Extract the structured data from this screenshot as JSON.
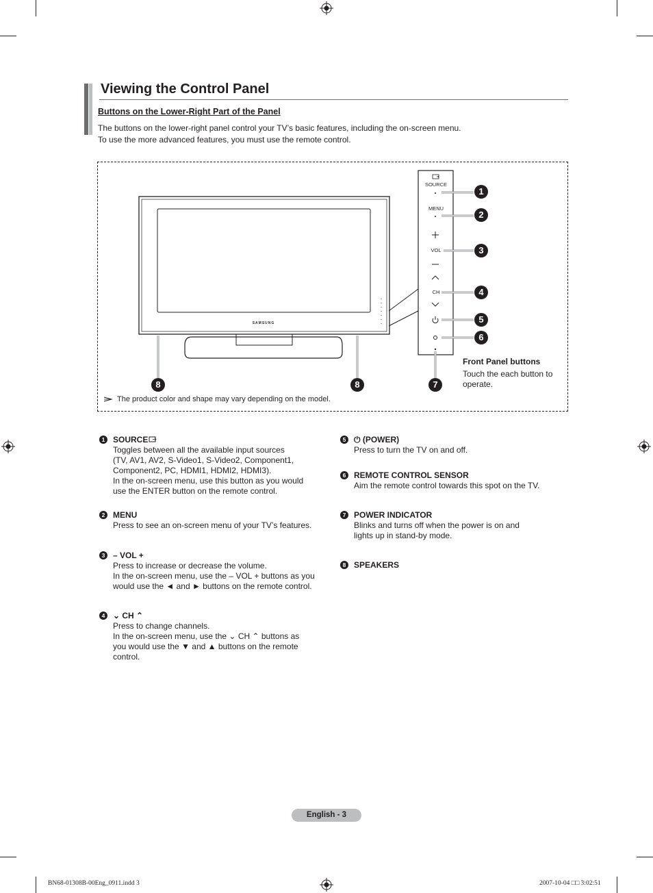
{
  "title": "Viewing the Control Panel",
  "subtitle": "Buttons on the Lower-Right Part of the Panel",
  "intro": [
    "The buttons on the lower-right panel control your TV’s basic features, including the on-screen menu.",
    "To use the more advanced features, you must use the remote control."
  ],
  "diagram": {
    "brand": "SAMSUNG",
    "panel_labels": {
      "source": "SOURCE",
      "menu": "MENU",
      "vol": "VOL",
      "ch": "CH",
      "plus": "+",
      "minus": "–"
    },
    "badges": [
      "1",
      "2",
      "3",
      "4",
      "5",
      "6",
      "7",
      "8"
    ],
    "front_panel_title": "Front Panel buttons",
    "front_panel_desc": "Touch the each button to operate.",
    "note": "The product color and shape may vary depending on the model."
  },
  "items_left": [
    {
      "num": "1",
      "head": "SOURCE",
      "icon": "source-icon",
      "body": [
        "Toggles between all the available input sources",
        "(TV, AV1, AV2, S-Video1, S-Video2, Component1,",
        "Component2, PC, HDMI1, HDMI2, HDMI3).",
        "In the on-screen menu, use this button as you would",
        "use the ENTER button on the remote control."
      ]
    },
    {
      "num": "2",
      "head": "MENU",
      "body": [
        "Press to see an on-screen menu of your TV’s features."
      ]
    },
    {
      "num": "3",
      "head": "– VOL +",
      "body": [
        "Press to increase or decrease the volume.",
        "In the on-screen menu, use the – VOL + buttons as you",
        "would use the ◄ and ► buttons on the remote control."
      ]
    },
    {
      "num": "4",
      "head": "⌄ CH ⌃",
      "body": [
        "Press to change channels.",
        "In the on-screen menu, use the ⌄ CH ⌃ buttons as",
        "you would use the ▼ and ▲ buttons on the remote",
        "control."
      ]
    }
  ],
  "items_right": [
    {
      "num": "5",
      "head": "⏻ (POWER)",
      "body": [
        "Press to turn the TV on and off."
      ]
    },
    {
      "num": "6",
      "head": "REMOTE CONTROL SENSOR",
      "body": [
        "Aim the remote control towards this spot on the TV."
      ]
    },
    {
      "num": "7",
      "head": "POWER INDICATOR",
      "body": [
        "Blinks and turns off when the power is on and",
        "lights up  in stand-by mode."
      ]
    },
    {
      "num": "8",
      "head": "SPEAKERS",
      "body": []
    }
  ],
  "footer": "English - 3",
  "slug_left": "BN68-01308B-00Eng_0911.indd   3",
  "slug_right": "2007-10-04   □□ 3:02:51"
}
